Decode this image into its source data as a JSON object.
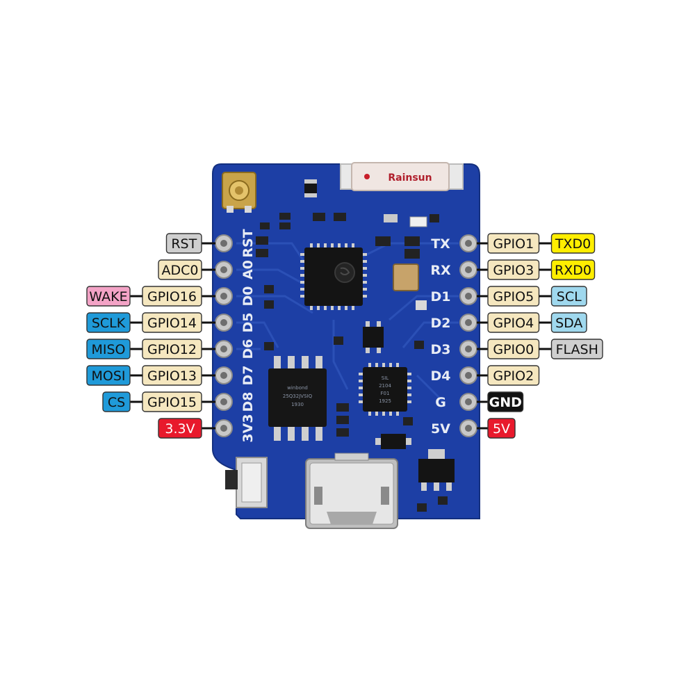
{
  "board": {
    "antenna_brand": "Rainsun",
    "main_chip_marking": "",
    "usb_chip_marking_1": "SIL",
    "usb_chip_marking_2": "2104",
    "usb_chip_marking_3": "F01",
    "usb_chip_marking_4": "1925",
    "flash_marking_1": "winbond",
    "flash_marking_2": "25Q32JVSIQ",
    "flash_marking_3": "1930"
  },
  "colors": {
    "board": "#1d3fa5",
    "gpio_tag": "#f5e7bf",
    "power_red": "#e8192c",
    "gnd_black": "#111111",
    "uart_yellow": "#ffee00",
    "i2c_lightblue": "#9fd8ee",
    "spi_blue": "#1f9ad9",
    "wake_pink": "#f3a3c6",
    "grey_tag": "#cfcfcf"
  },
  "left_pins": [
    {
      "silk": "RST",
      "tags": [
        {
          "text": "RST",
          "kind": "grey"
        }
      ]
    },
    {
      "silk": "A0",
      "tags": [
        {
          "text": "ADC0",
          "kind": "gpio"
        }
      ]
    },
    {
      "silk": "D0",
      "tags": [
        {
          "text": "GPIO16",
          "kind": "gpio"
        },
        {
          "text": "WAKE",
          "kind": "pink"
        }
      ]
    },
    {
      "silk": "D5",
      "tags": [
        {
          "text": "GPIO14",
          "kind": "gpio"
        },
        {
          "text": "SCLK",
          "kind": "spi"
        }
      ]
    },
    {
      "silk": "D6",
      "tags": [
        {
          "text": "GPIO12",
          "kind": "gpio"
        },
        {
          "text": "MISO",
          "kind": "spi"
        }
      ]
    },
    {
      "silk": "D7",
      "tags": [
        {
          "text": "GPIO13",
          "kind": "gpio"
        },
        {
          "text": "MOSI",
          "kind": "spi"
        }
      ]
    },
    {
      "silk": "D8",
      "tags": [
        {
          "text": "GPIO15",
          "kind": "gpio"
        },
        {
          "text": "CS",
          "kind": "spi"
        }
      ]
    },
    {
      "silk": "3V3",
      "tags": [
        {
          "text": "3.3V",
          "kind": "red"
        }
      ]
    }
  ],
  "right_pins": [
    {
      "silk": "TX",
      "tags": [
        {
          "text": "GPIO1",
          "kind": "gpio"
        },
        {
          "text": "TXD0",
          "kind": "yellow"
        }
      ]
    },
    {
      "silk": "RX",
      "tags": [
        {
          "text": "GPIO3",
          "kind": "gpio"
        },
        {
          "text": "RXD0",
          "kind": "yellow"
        }
      ]
    },
    {
      "silk": "D1",
      "tags": [
        {
          "text": "GPIO5",
          "kind": "gpio"
        },
        {
          "text": "SCL",
          "kind": "i2c"
        }
      ]
    },
    {
      "silk": "D2",
      "tags": [
        {
          "text": "GPIO4",
          "kind": "gpio"
        },
        {
          "text": "SDA",
          "kind": "i2c"
        }
      ]
    },
    {
      "silk": "D3",
      "tags": [
        {
          "text": "GPIO0",
          "kind": "gpio"
        },
        {
          "text": "FLASH",
          "kind": "grey"
        }
      ]
    },
    {
      "silk": "D4",
      "tags": [
        {
          "text": "GPIO2",
          "kind": "gpio"
        }
      ]
    },
    {
      "silk": "G",
      "tags": [
        {
          "text": "GND",
          "kind": "black"
        }
      ]
    },
    {
      "silk": "5V",
      "tags": [
        {
          "text": "5V",
          "kind": "red"
        }
      ]
    }
  ]
}
